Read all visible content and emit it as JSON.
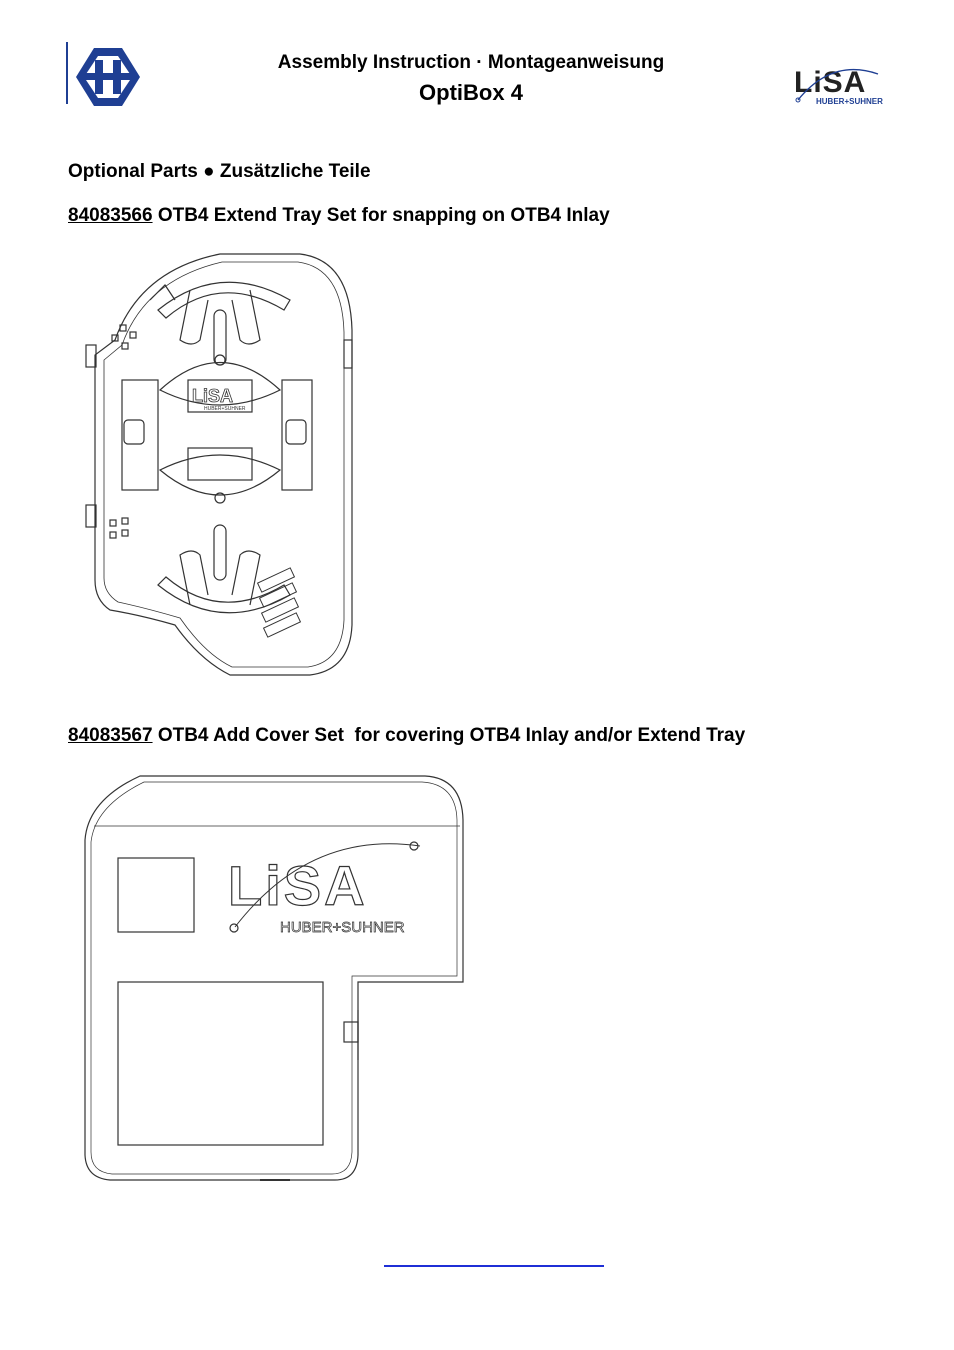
{
  "header": {
    "title": "Assembly Instruction · Montageanweisung",
    "product": "OptiBox 4"
  },
  "logos": {
    "left_icon": "huber-suhner-h-logo-icon",
    "right_icon": "lisa-logo-icon",
    "right_logo_text": "LiSA",
    "right_logo_sub": "HUBER+SUHNER",
    "brand_color": "#1f3f93"
  },
  "section": {
    "title": "Optional Parts ● Zusätzliche Teile"
  },
  "parts": [
    {
      "number": "84083566",
      "description": " OTB4 Extend Tray Set for snapping on OTB4 Inlay"
    },
    {
      "number": "84083567",
      "description": " OTB4 Add Cover Set  for covering OTB4 Inlay and/or Extend Tray"
    }
  ],
  "drawings": {
    "tray_label": "LiSA",
    "tray_sub": "HUBER+SUHNER",
    "cover_label": "LiSA",
    "cover_sub": "HUBER+SUHNER"
  },
  "footer": {
    "link_color": "#1f2fd6"
  }
}
